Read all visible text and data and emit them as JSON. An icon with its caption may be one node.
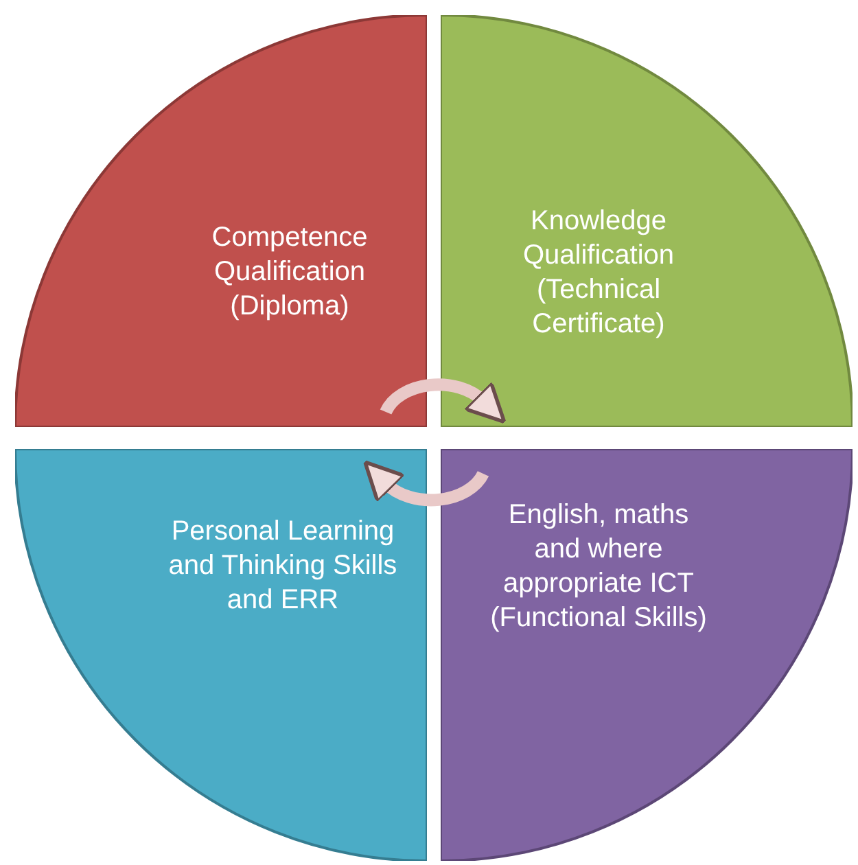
{
  "diagram": {
    "nodes": [
      {
        "text": [
          "Competence Qualification (Diploma)"
        ]
      },
      {
        "text": [
          "Knowledge Qualification (Technical Certificate)"
        ]
      },
      {
        "text": [
          "Personal Learning and Thinking Skills and ERR"
        ]
      },
      {
        "text": [
          "English, maths and where appropriate ICT (Functional Skills)"
        ]
      }
    ],
    "edges": [
      {
        "from": 0,
        "to": 1,
        "arrow": "to"
      },
      {
        "from": 3,
        "to": 2,
        "arrow": "to"
      }
    ]
  }
}
